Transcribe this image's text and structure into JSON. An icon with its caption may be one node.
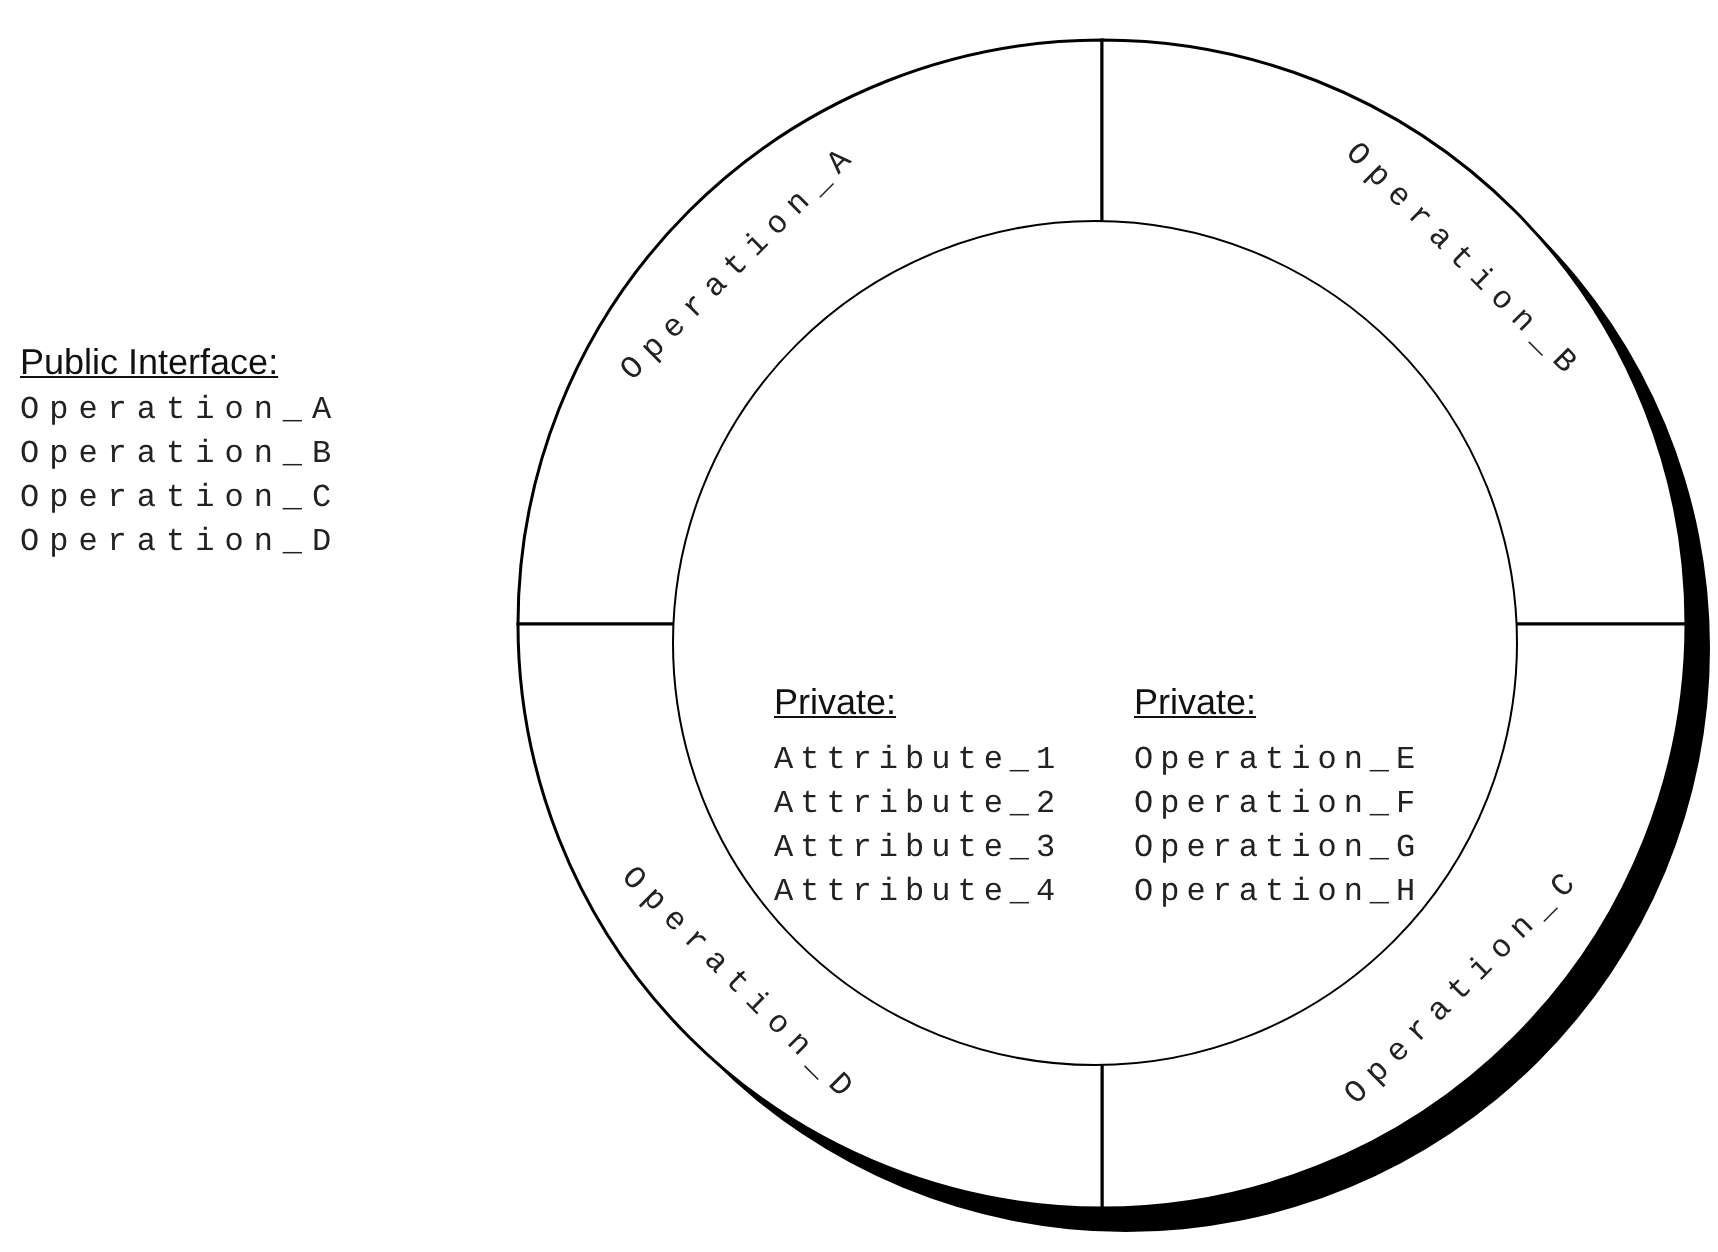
{
  "diagram": {
    "nodes": [
      {
        "text": [
          "Operation_A"
        ]
      },
      {
        "text": [
          "Operation_B"
        ]
      },
      {
        "text": [
          "Operation_C"
        ]
      },
      {
        "text": [
          "Operation_D"
        ]
      },
      {
        "text": [
          "Private:",
          "Attribute_1 Attribute_2 Attribute_3 Attribute_4",
          "Private:",
          "Operation_E Operation_F Operation_G Operation_H"
        ]
      }
    ],
    "labels": [
      "Public Interface:",
      "Operation_A",
      "Operation_B",
      "Operation_C",
      "Operation_D"
    ]
  }
}
